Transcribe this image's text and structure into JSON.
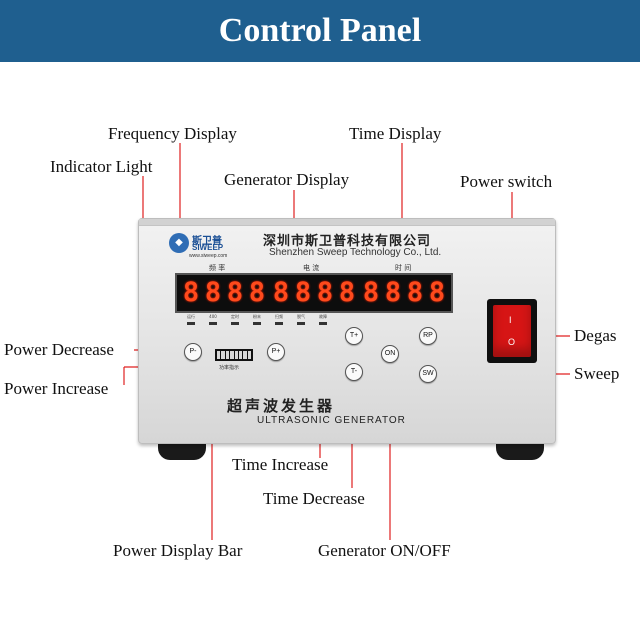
{
  "header": {
    "title": "Control Panel"
  },
  "callouts": {
    "frequency_display": "Frequency Display",
    "time_display": "Time Display",
    "indicator_light": "Indicator Light",
    "generator_display": "Generator Display",
    "power_switch": "Power switch",
    "power_decrease": "Power Decrease",
    "power_increase": "Power Increase",
    "degas": "Degas",
    "sweep": "Sweep",
    "time_increase": "Time Increase",
    "time_decrease": "Time Decrease",
    "power_display_bar": "Power Display Bar",
    "generator_on_off": "Generator ON/OFF"
  },
  "device": {
    "brand_cn": "斯卫普",
    "brand_en": "SIWEEP",
    "brand_url": "www.siweep.com",
    "company_cn": "深圳市斯卫普科技有限公司",
    "company_en": "Shenzhen Sweep Technology Co., Ltd.",
    "display_labels": [
      "频 率",
      "电 流",
      "时 间"
    ],
    "digits": {
      "frequency": [
        "8",
        "8",
        "8",
        "8"
      ],
      "generator": [
        "8",
        "8",
        "8",
        "8"
      ],
      "time": [
        "8",
        "8",
        "8",
        "8"
      ]
    },
    "indicators": [
      "运行",
      "400",
      "定时",
      "粉末",
      "扫频",
      "脱气",
      "故障"
    ],
    "buttons": {
      "power_decrease": "P-",
      "power_increase": "P+",
      "time_increase": "T+",
      "time_decrease": "T-",
      "on": "ON",
      "degas": "RP",
      "sweep": "SW"
    },
    "power_bar_label": "功率指示",
    "product_cn": "超声波发生器",
    "product_en": "ULTRASONIC  GENERATOR",
    "switch_on_symbol": "I",
    "switch_off_symbol": "O"
  },
  "colors": {
    "header_bg": "#1f5f8f",
    "leader_line": "#e02020",
    "segment": "#ff4a1c",
    "switch": "#d61515"
  }
}
